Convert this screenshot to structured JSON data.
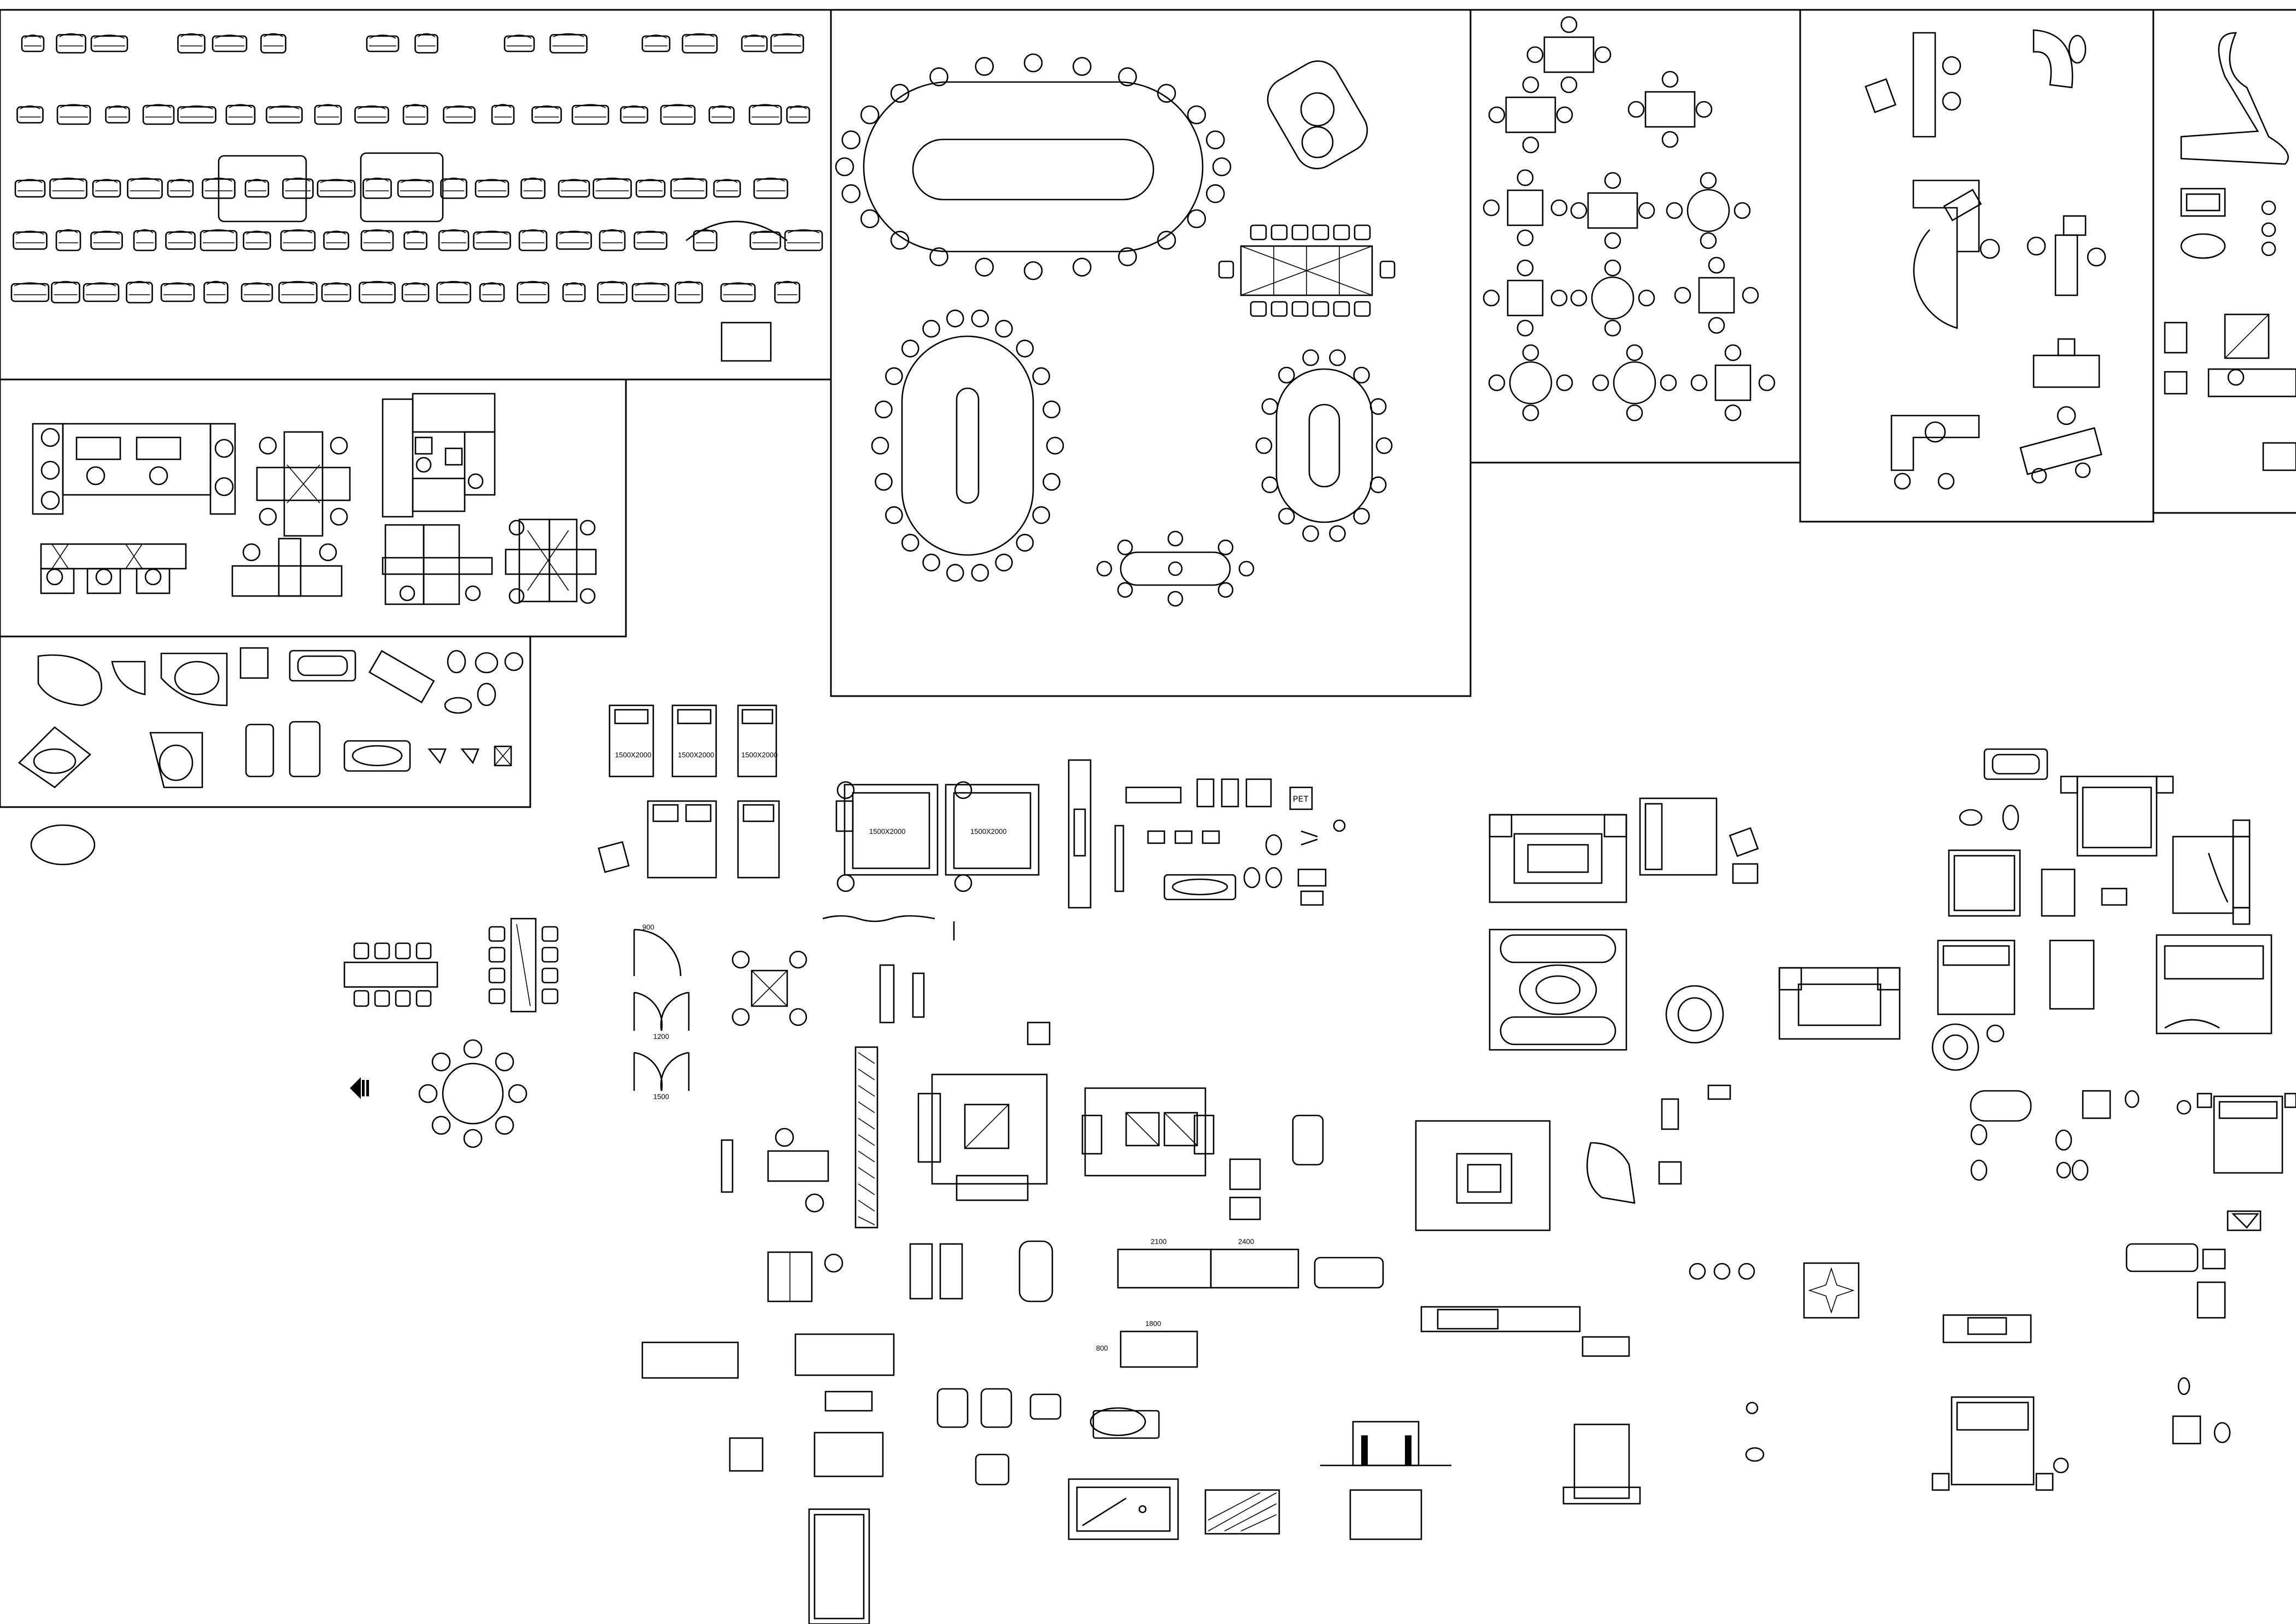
{
  "drawing": {
    "panels": [
      {
        "id": "sofas-elevations"
      },
      {
        "id": "office-workstations"
      },
      {
        "id": "bathroom-fixtures"
      },
      {
        "id": "conference-tables"
      },
      {
        "id": "dining-sets"
      },
      {
        "id": "executive-desks"
      },
      {
        "id": "lounge-sets"
      }
    ],
    "labels": {
      "bed_width_a": "1500X2000",
      "bed_width_b": "1500X2000",
      "bed_width_c": "1500X2000",
      "bed_double_a": "1500X2000",
      "bed_double_b": "1500X2000",
      "sink_tag": "PET",
      "door_dim_a": "900",
      "door_dim_b": "1200",
      "door_dim_c": "1500",
      "sofa_dim_a": "2100",
      "sofa_dim_b": "2400",
      "sofa_dim_c": "1800",
      "sofa_dim_d": "800"
    },
    "colors": {
      "line": "#000000",
      "paper": "#ffffff"
    }
  }
}
